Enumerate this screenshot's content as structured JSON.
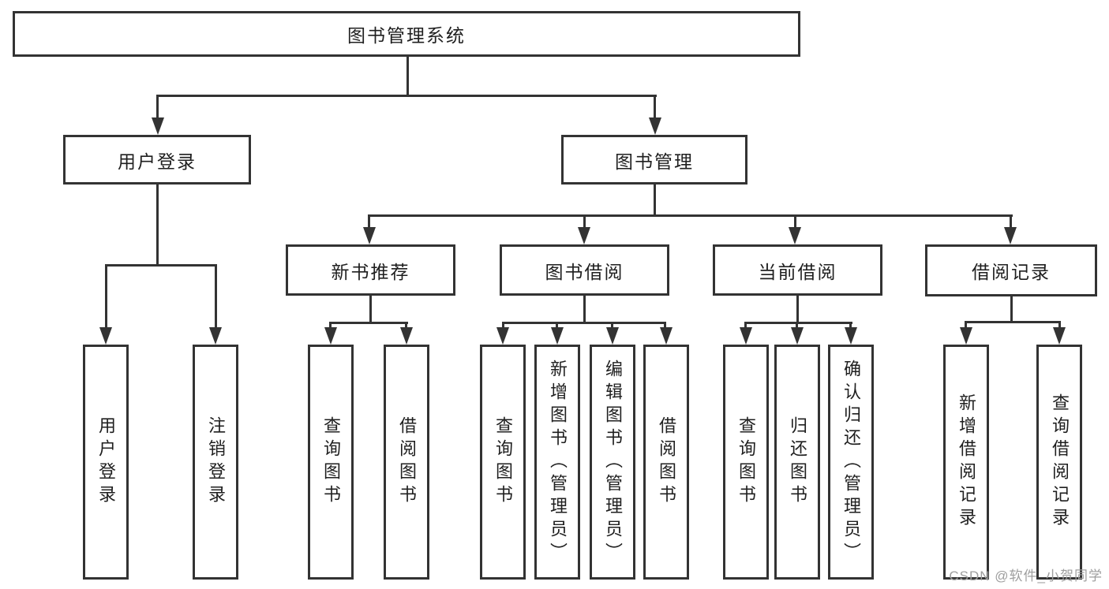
{
  "colors": {
    "line": "#333333",
    "text": "#1f1f1f",
    "bg": "#ffffff",
    "watermark": "#9e9e9e"
  },
  "watermark": "CSDN @软件_小贺同学",
  "tree": {
    "root": "图书管理系统",
    "branches": [
      {
        "label": "用户登录",
        "children": [
          "用户登录",
          "注销登录"
        ]
      },
      {
        "label": "图书管理",
        "sections": [
          {
            "label": "新书推荐",
            "children": [
              "查询图书",
              "借阅图书"
            ]
          },
          {
            "label": "图书借阅",
            "children": [
              "查询图书",
              "新增图书（管理员）",
              "编辑图书（管理员）",
              "借阅图书"
            ]
          },
          {
            "label": "当前借阅",
            "children": [
              "查询图书",
              "归还图书",
              "确认归还（管理员）"
            ]
          },
          {
            "label": "借阅记录",
            "children": [
              "新增借阅记录",
              "查询借阅记录"
            ]
          }
        ]
      }
    ]
  }
}
